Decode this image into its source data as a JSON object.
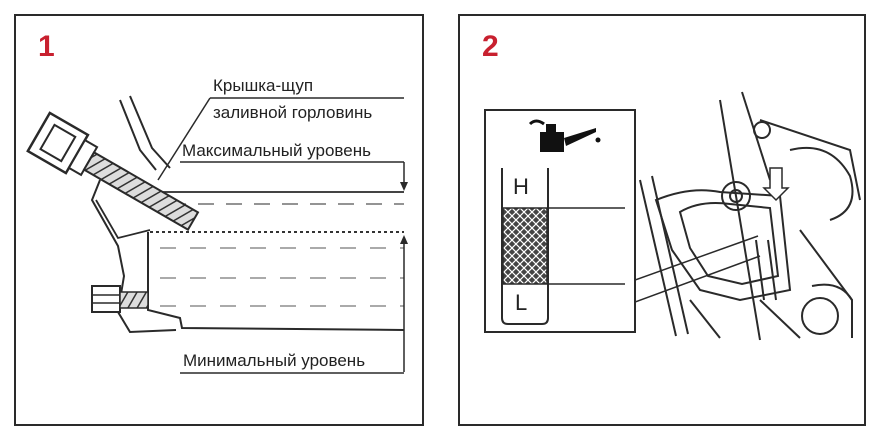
{
  "panel1": {
    "number": "1",
    "label_cap_line1": "Крышка-щуп",
    "label_cap_line2": "заливной горловинь",
    "label_max": "Максимальный уровень",
    "label_min": "Минимальный уровень"
  },
  "panel2": {
    "number": "2",
    "dipstick_high": "H",
    "dipstick_low": "L",
    "oil_can_icon": "oil-can-icon"
  },
  "colors": {
    "number_red": "#c8202f",
    "line_dark": "#2a2a2a"
  }
}
